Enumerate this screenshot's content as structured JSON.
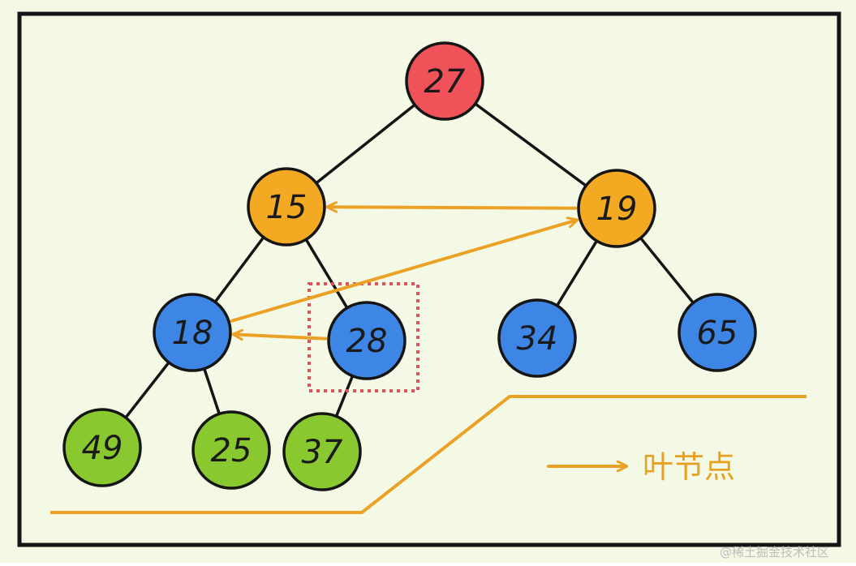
{
  "colors": {
    "background": "#f3f9e4",
    "frame": "#151515",
    "edge": "#151515",
    "root": "#f0525a",
    "level1": "#f3aa22",
    "level2": "#3e86e6",
    "leaf": "#8ac830",
    "arrow": "#eba126",
    "highlight_box": "#e0525a",
    "node_outline": "#151515"
  },
  "tree": {
    "nodes": [
      {
        "id": "n27",
        "label": "27",
        "fill": "root"
      },
      {
        "id": "n15",
        "label": "15",
        "fill": "level1"
      },
      {
        "id": "n19",
        "label": "19",
        "fill": "level1"
      },
      {
        "id": "n18",
        "label": "18",
        "fill": "level2"
      },
      {
        "id": "n28",
        "label": "28",
        "fill": "level2",
        "highlighted": true
      },
      {
        "id": "n34",
        "label": "34",
        "fill": "level2"
      },
      {
        "id": "n65",
        "label": "65",
        "fill": "level2"
      },
      {
        "id": "n49",
        "label": "49",
        "fill": "leaf"
      },
      {
        "id": "n25",
        "label": "25",
        "fill": "leaf"
      },
      {
        "id": "n37",
        "label": "37",
        "fill": "leaf"
      }
    ],
    "edges": [
      [
        "n27",
        "n15"
      ],
      [
        "n27",
        "n19"
      ],
      [
        "n15",
        "n18"
      ],
      [
        "n15",
        "n28"
      ],
      [
        "n19",
        "n34"
      ],
      [
        "n19",
        "n65"
      ],
      [
        "n18",
        "n49"
      ],
      [
        "n18",
        "n25"
      ],
      [
        "n28",
        "n37"
      ]
    ],
    "arrows": [
      {
        "from": "n19",
        "to": "n15"
      },
      {
        "from": "n18",
        "to": "n19"
      },
      {
        "from": "n28",
        "to": "n18"
      }
    ]
  },
  "legend": {
    "label": "叶节点"
  },
  "watermark": "@稀土掘金技术社区"
}
